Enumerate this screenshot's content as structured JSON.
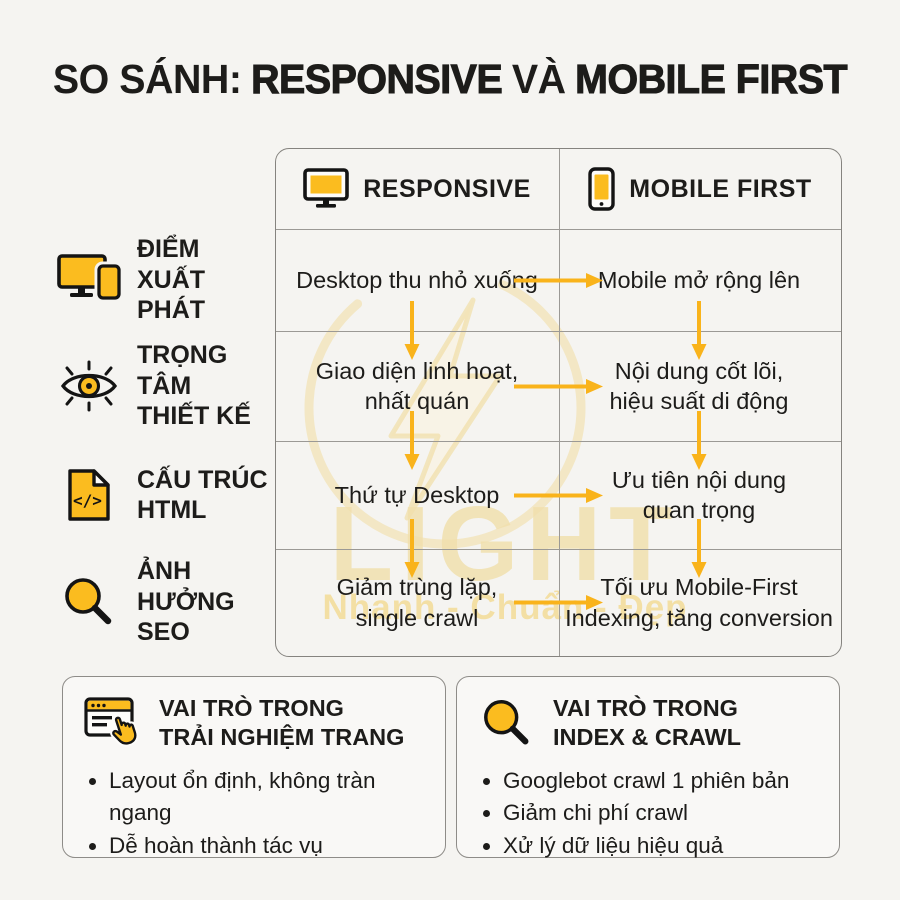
{
  "title": {
    "prefix": "SO SÁNH:",
    "term_left": "RESPONSIVE",
    "connector": "VÀ",
    "term_right": "MOBILE FIRST"
  },
  "comparison_table": {
    "column_headers": [
      {
        "icon": "desktop-icon",
        "label": "RESPONSIVE"
      },
      {
        "icon": "mobile-icon",
        "label": "MOBILE FIRST"
      }
    ],
    "row_labels": [
      {
        "icon": "devices-icon",
        "label": "ĐIỂM\nXUẤT PHÁT"
      },
      {
        "icon": "eye-icon",
        "label": "TRỌNG TÂM\nTHIẾT KẾ"
      },
      {
        "icon": "code-file-icon",
        "label": "CẤU TRÚC\nHTML"
      },
      {
        "icon": "magnifier-icon",
        "label": "ẢNH HƯỞNG\nSEO"
      }
    ],
    "rows": [
      {
        "responsive": "Desktop thu nhỏ xuống",
        "mobile_first": "Mobile mở rộng lên"
      },
      {
        "responsive": "Giao diện linh hoạt,\nnhất quán",
        "mobile_first": "Nội dung cốt lõi,\nhiệu suất di động"
      },
      {
        "responsive": "Thứ tự Desktop",
        "mobile_first": "Ưu tiên nội dung\nquan trọng"
      },
      {
        "responsive": "Giảm trùng lặp,\nsingle crawl",
        "mobile_first": "Tối ưu Mobile-First\nIndexing, tăng conversion"
      }
    ]
  },
  "cards": [
    {
      "icon": "browser-click-icon",
      "title": "VAI TRÒ TRONG\nTRẢI NGHIỆM TRANG",
      "bullets": [
        "Layout ổn định, không tràn ngang",
        "Dễ hoàn thành tác vụ"
      ]
    },
    {
      "icon": "magnifier-icon",
      "title": "VAI TRÒ TRONG\nINDEX & CRAWL",
      "bullets": [
        "Googlebot crawl 1 phiên bản",
        "Giảm chi phí crawl",
        "Xử lý dữ liệu hiệu quả"
      ]
    }
  ],
  "watermark": {
    "brand": "LIGHT",
    "tagline": "Nhanh - Chuẩn - Đẹp"
  },
  "colors": {
    "accent_yellow": "#F9B31B",
    "icon_fill": "#FBBC1F",
    "text": "#1D1C1A",
    "border": "#8E8C88",
    "background": "#F5F4F1",
    "watermark_gold": "#F0DEAA"
  }
}
